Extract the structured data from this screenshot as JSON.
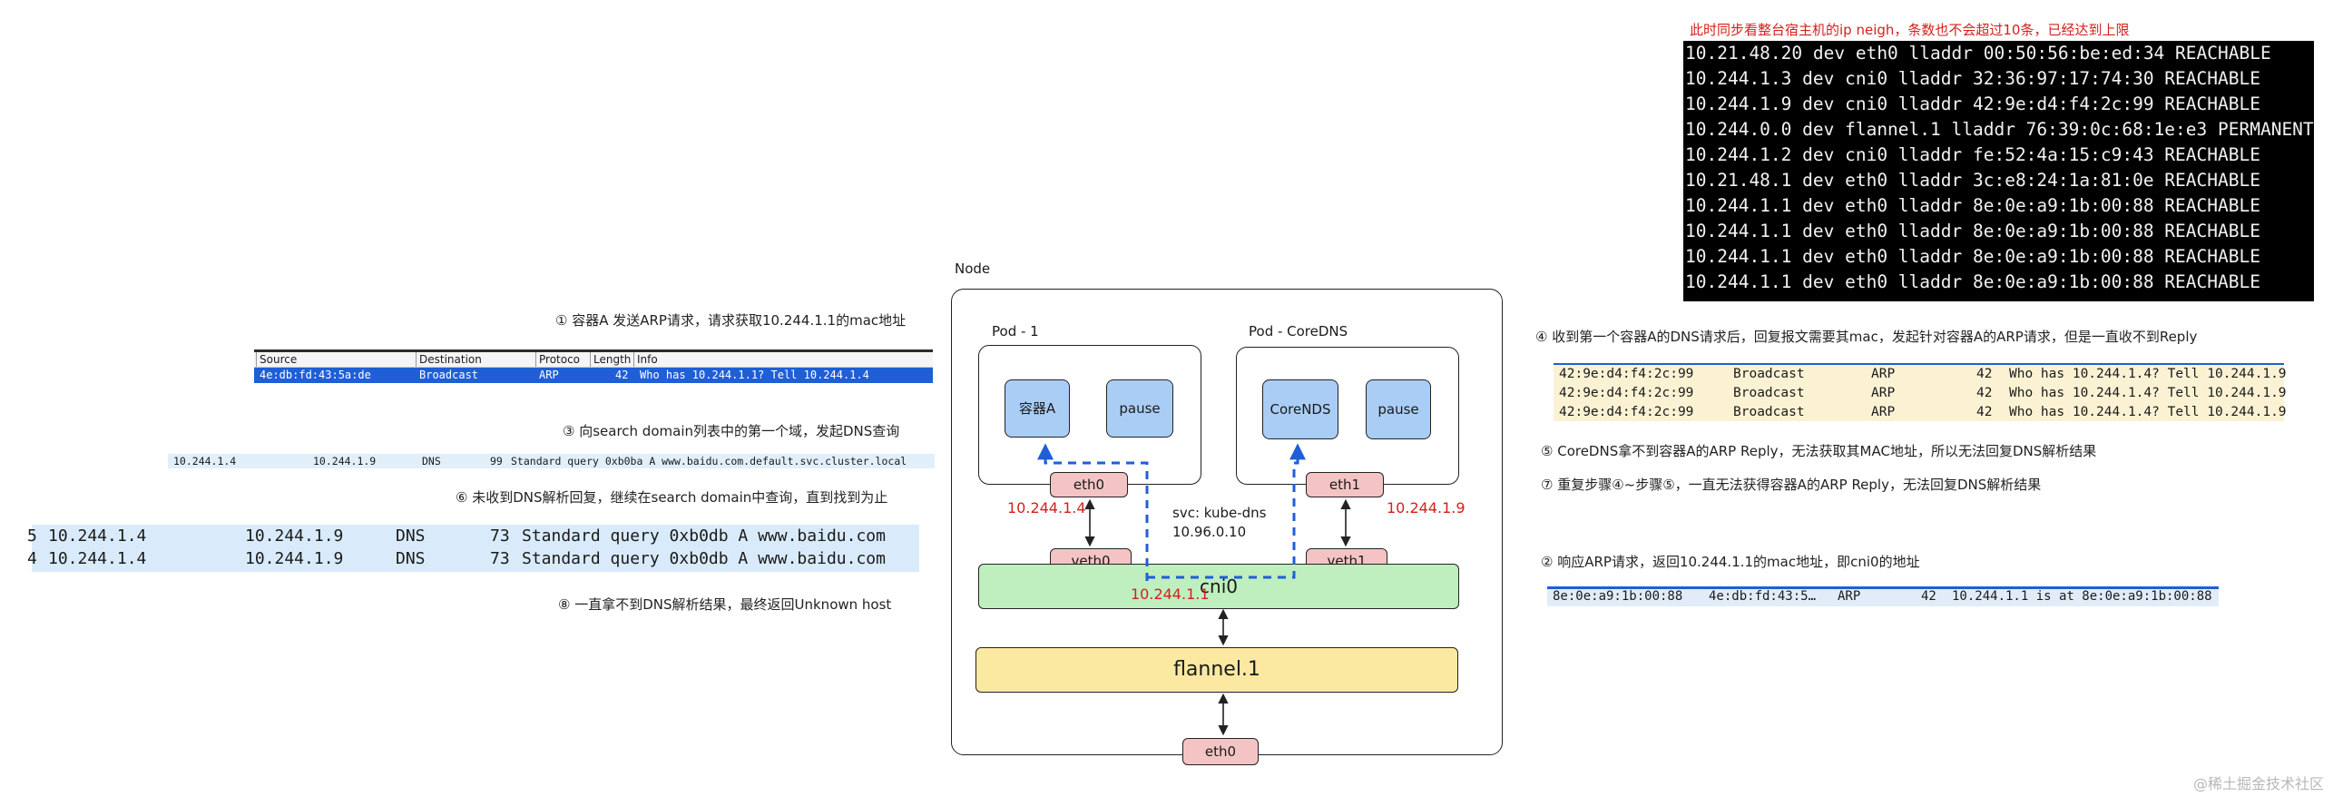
{
  "terminal": {
    "caption": "此时同步看整台宿主机的ip neigh，条数也不会超过10条，已经达到上限",
    "lines": [
      "10.21.48.20 dev eth0 lladdr 00:50:56:be:ed:34 REACHABLE",
      "10.244.1.3 dev cni0 lladdr 32:36:97:17:74:30 REACHABLE",
      "10.244.1.9 dev cni0 lladdr 42:9e:d4:f4:2c:99 REACHABLE",
      "10.244.0.0 dev flannel.1 lladdr 76:39:0c:68:1e:e3 PERMANENT",
      "10.244.1.2 dev cni0 lladdr fe:52:4a:15:c9:43 REACHABLE",
      "10.21.48.1 dev eth0 lladdr 3c:e8:24:1a:81:0e REACHABLE",
      "10.244.1.1 dev eth0 lladdr 8e:0e:a9:1b:00:88 REACHABLE",
      "10.244.1.1 dev eth0 lladdr 8e:0e:a9:1b:00:88 REACHABLE",
      "10.244.1.1 dev eth0 lladdr 8e:0e:a9:1b:00:88 REACHABLE",
      "10.244.1.1 dev eth0 lladdr 8e:0e:a9:1b:00:88 REACHABLE"
    ]
  },
  "steps": {
    "s1": "① 容器A 发送ARP请求，请求获取10.244.1.1的mac地址",
    "s2": "② 响应ARP请求，返回10.244.1.1的mac地址，即cni0的地址",
    "s3": "③ 向search domain列表中的第一个域，发起DNS查询",
    "s4": "④ 收到第一个容器A的DNS请求后，回复报文需要其mac，发起针对容器A的ARP请求，但是一直收不到Reply",
    "s5": "⑤ CoreDNS拿不到容器A的ARP Reply，无法获取其MAC地址，所以无法回复DNS解析结果",
    "s6": "⑥ 未收到DNS解析回复，继续在search domain中查询，直到找到为止",
    "s7": "⑦ 重复步骤④~步骤⑤，一直无法获得容器A的ARP Reply，无法回复DNS解析结果",
    "s8": "⑧ 一直拿不到DNS解析结果，最终返回Unknown host"
  },
  "arp_request_table": {
    "headers": [
      "Source",
      "Destination",
      "Protoco",
      "Length",
      "Info"
    ],
    "row": [
      "4e:db:fd:43:5a:de",
      "Broadcast",
      "ARP",
      "42",
      "Who has 10.244.1.1? Tell 10.244.1.4"
    ]
  },
  "dns_query_1": {
    "row": [
      "10.244.1.4",
      "10.244.1.9",
      "DNS",
      "99",
      "Standard query 0xb0ba A www.baidu.com.default.svc.cluster.local"
    ]
  },
  "dns_query_2": {
    "rows": [
      [
        "5",
        "10.244.1.4",
        "10.244.1.9",
        "DNS",
        "73",
        "Standard query 0xb0db A www.baidu.com"
      ],
      [
        "4",
        "10.244.1.4",
        "10.244.1.9",
        "DNS",
        "73",
        "Standard query 0xb0db A www.baidu.com"
      ]
    ]
  },
  "coredns_arp": {
    "rows": [
      [
        "42:9e:d4:f4:2c:99",
        "Broadcast",
        "ARP",
        "42",
        "Who has 10.244.1.4? Tell 10.244.1.9"
      ],
      [
        "42:9e:d4:f4:2c:99",
        "Broadcast",
        "ARP",
        "42",
        "Who has 10.244.1.4? Tell 10.244.1.9"
      ],
      [
        "42:9e:d4:f4:2c:99",
        "Broadcast",
        "ARP",
        "42",
        "Who has 10.244.1.4? Tell 10.244.1.9"
      ]
    ]
  },
  "arp_reply": {
    "row": [
      "8e:0e:a9:1b:00:88",
      "4e:db:fd:43:5…",
      "ARP",
      "42",
      "10.244.1.1 is at 8e:0e:a9:1b:00:88"
    ]
  },
  "diagram": {
    "node_label": "Node",
    "pod1_label": "Pod - 1",
    "pod_coredns_label": "Pod - CoreDNS",
    "container_a": "容器A",
    "pause1": "pause",
    "coredns": "CoreNDS",
    "pause2": "pause",
    "eth0_pod1": "eth0",
    "eth1_coredns": "eth1",
    "veth0": "veth0",
    "veth1": "veth1",
    "cni0": "cni0",
    "flannel": "flannel.1",
    "eth0_node": "eth0",
    "ip_pod1": "10.244.1.4",
    "ip_coredns": "10.244.1.9",
    "ip_cni0": "10.244.1.1",
    "svc_label": "svc:  kube-dns",
    "svc_ip": "10.96.0.10"
  },
  "colors": {
    "accent_blue": "#1f5fd6",
    "red_label": "#d4201c",
    "container_fill": "#a9cdf5",
    "iface_fill": "#f4c4c4",
    "cni_fill": "#bfeebf",
    "flannel_fill": "#fbe9a2"
  },
  "watermark": "@稀土掘金技术社区"
}
